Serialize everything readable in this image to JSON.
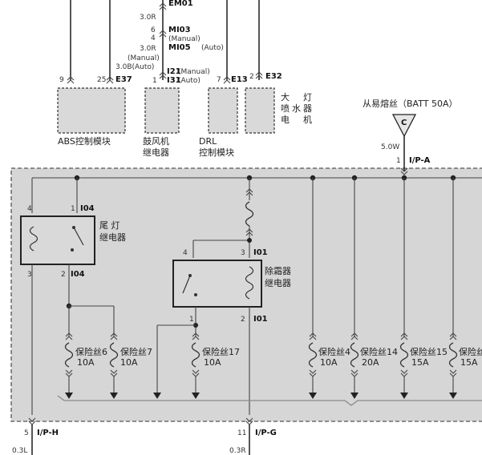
{
  "connectors": {
    "em01": {
      "name": "EM01",
      "wire": "3.0R"
    },
    "mi03": {
      "pin": "6",
      "name": "MI03",
      "note": "(Manual)"
    },
    "mi05": {
      "pin": "4",
      "name": "MI05",
      "note": "(Auto)",
      "wire": "3.0R"
    },
    "i21": {
      "wire_manual": "(Manual)",
      "wire_auto": "3.0B(Auto)",
      "pin": "1",
      "name": "I21",
      "note": "(Manual)"
    },
    "i31": {
      "name": "I31",
      "note": "(Auto)"
    },
    "e37": {
      "pin_a": "9",
      "pin_b": "25",
      "name": "E37"
    },
    "e13": {
      "pin": "7",
      "name": "E13"
    },
    "e32": {
      "pin": "2",
      "name": "E32"
    },
    "ipa": {
      "pin": "1",
      "name": "I/P-A",
      "wire": "5.0W"
    },
    "iph": {
      "pin": "5",
      "name": "I/P-H",
      "wire": "0.3L"
    },
    "ipg": {
      "pin": "11",
      "name": "I/P-G",
      "wire": "0.3R"
    },
    "i04": {
      "pin_4": "4",
      "pin_1": "1",
      "pin_3": "3",
      "pin_2": "2",
      "name": "I04"
    },
    "i01": {
      "pin_4": "4",
      "pin_3": "3",
      "pin_1": "1",
      "pin_2": "2",
      "name": "I01"
    }
  },
  "modules": {
    "abs": "ABS控制模块",
    "blower_1": "鼓风机",
    "blower_2": "继电器",
    "drl_1": "DRL",
    "drl_2": "控制模块",
    "washer": [
      "大",
      "灯",
      "喷",
      "水",
      "器",
      "电",
      "机"
    ]
  },
  "source": {
    "label": "从易熔丝（BATT 50A）",
    "fuse_letter": "C"
  },
  "relays": {
    "tail_1": "尾  灯",
    "tail_2": "继电器",
    "defrost_1": "除霜器",
    "defrost_2": "继电器"
  },
  "fuses": [
    {
      "name": "保险丝6",
      "rating": "10A"
    },
    {
      "name": "保险丝7",
      "rating": "10A"
    },
    {
      "name": "保险丝17",
      "rating": "10A"
    },
    {
      "name": "保险丝4",
      "rating": "10A"
    },
    {
      "name": "保险丝14",
      "rating": "20A"
    },
    {
      "name": "保险丝15",
      "rating": "15A"
    },
    {
      "name": "保险丝",
      "rating": "15A"
    }
  ],
  "colors": {
    "panel_fill": "#d6d6d6",
    "wire": "#2b2b2b",
    "box_fill": "#d9d9d9"
  }
}
